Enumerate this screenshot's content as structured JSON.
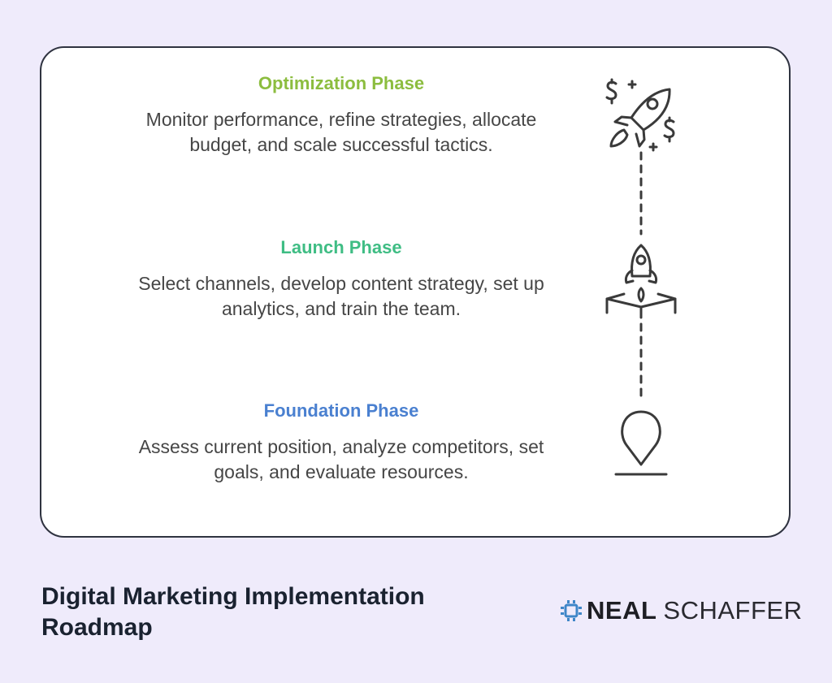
{
  "phases": [
    {
      "title": "Optimization Phase",
      "description": "Monitor performance, refine strategies, allocate budget, and scale successful tactics.",
      "color": "#8cbd3f",
      "icon": "rocket-with-dollar-signs-icon"
    },
    {
      "title": "Launch Phase",
      "description": "Select channels, develop content strategy, set up analytics, and train the team.",
      "color": "#3fbd84",
      "icon": "rocket-launch-pad-icon"
    },
    {
      "title": "Foundation Phase",
      "description": "Assess current position, analyze competitors, set goals, and evaluate resources.",
      "color": "#4a80d0",
      "icon": "location-pin-icon"
    }
  ],
  "footer": {
    "title": "Digital Marketing Implementation Roadmap",
    "brand_bold": "NEAL",
    "brand_light": "SCHAFFER",
    "brand_icon": "brand-logo-icon"
  },
  "colors": {
    "background": "#efebfb",
    "card_border": "#2f3340",
    "icon_stroke": "#3a3a3a"
  }
}
